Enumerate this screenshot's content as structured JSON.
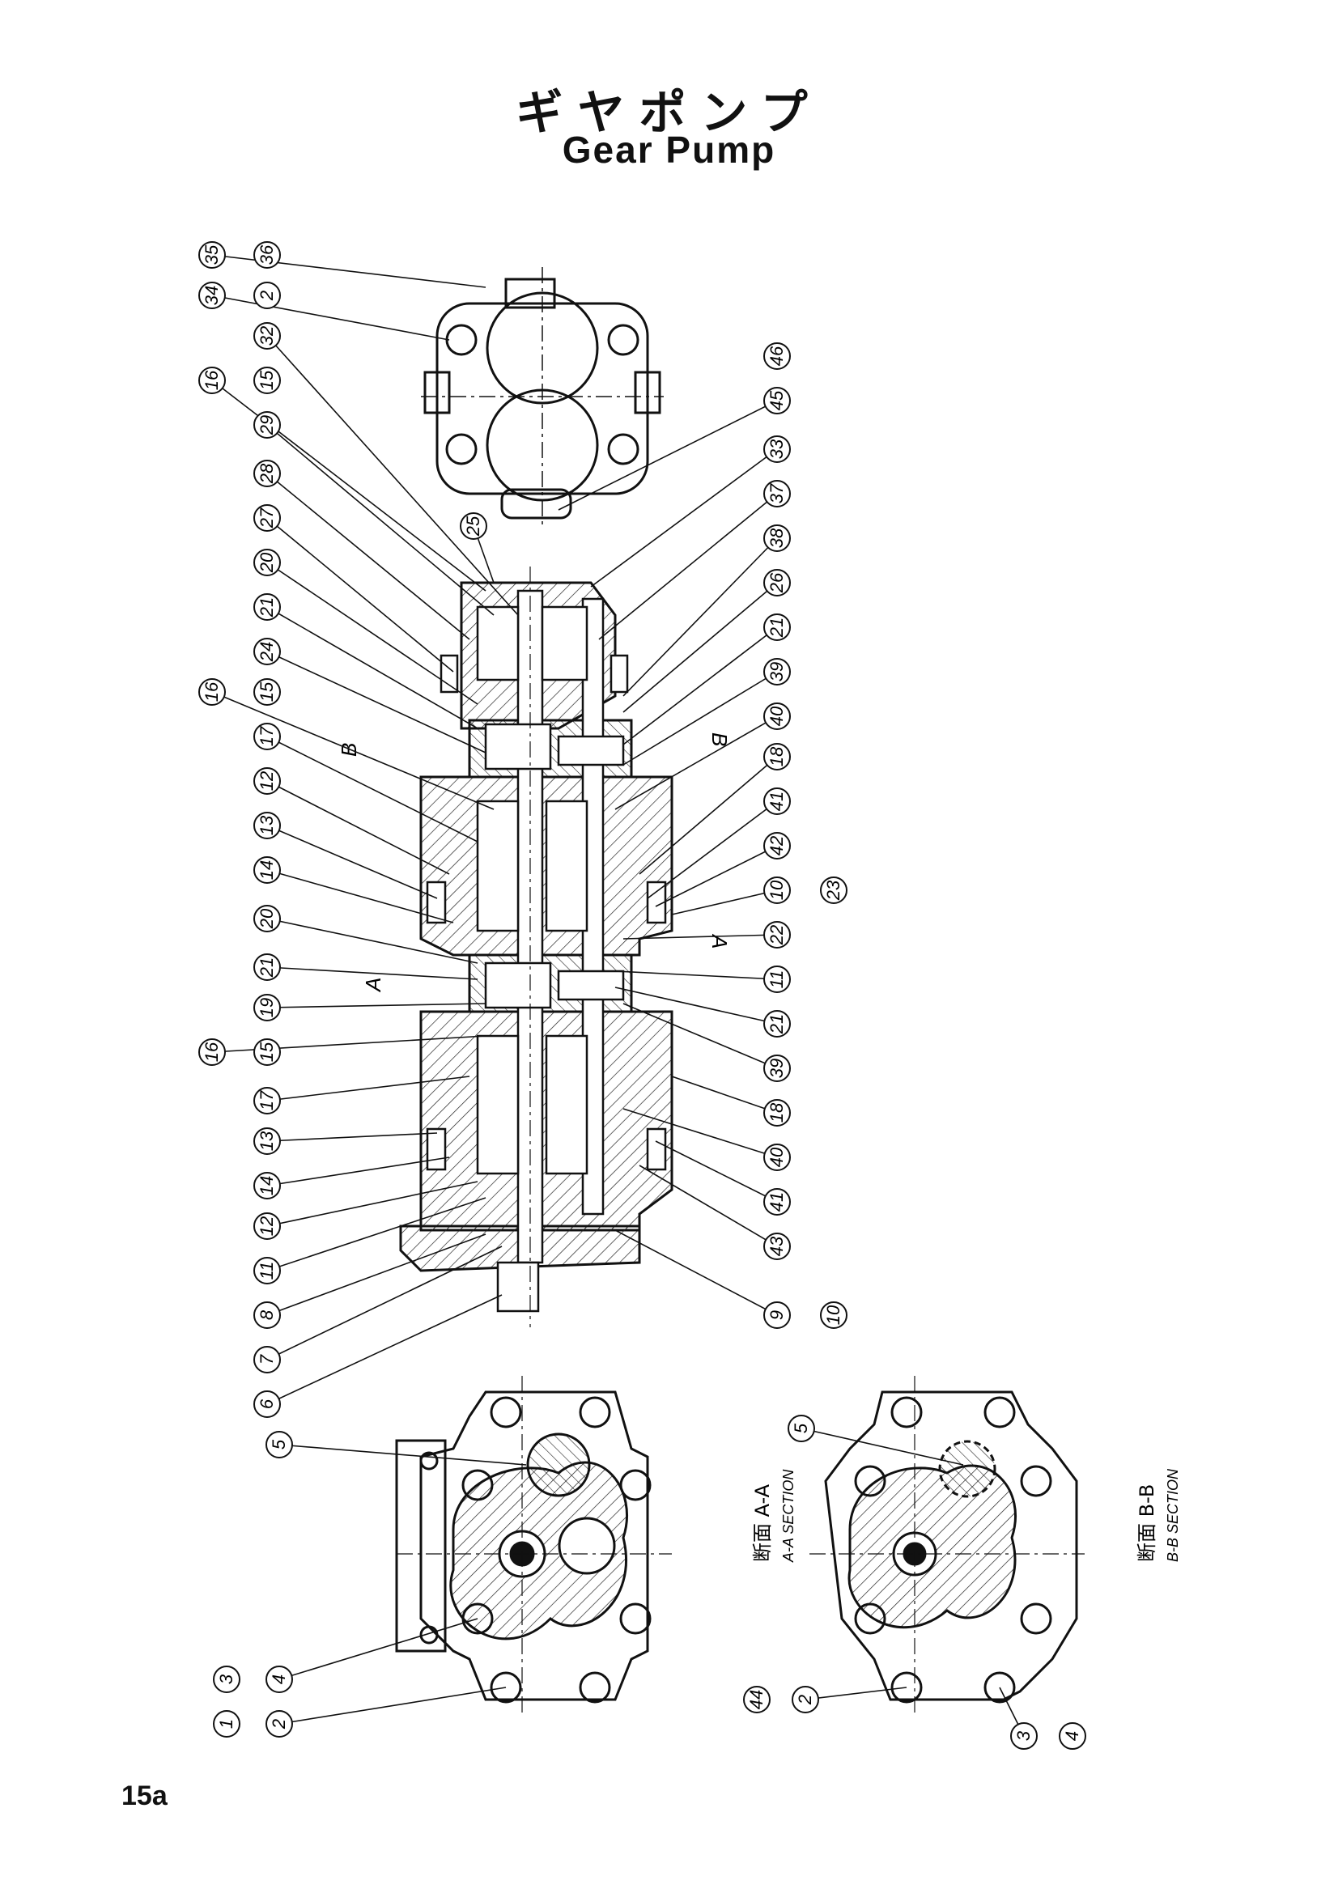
{
  "title_jp": "ギヤポンプ",
  "title_en": "Gear Pump",
  "page_number": "15a",
  "section_labels": {
    "a_marker": "A",
    "b_marker": "B",
    "aa_jp": "断面 A-A",
    "aa_en": "A-A SECTION",
    "bb_jp": "断面 B-B",
    "bb_en": "B-B SECTION"
  },
  "callouts": {
    "top_left": [
      "35",
      "36",
      "34",
      "2",
      "16",
      "15",
      "32",
      "29",
      "28",
      "27",
      "20",
      "21",
      "24",
      "16",
      "15",
      "17",
      "12",
      "13",
      "14",
      "20",
      "21",
      "19",
      "16",
      "15",
      "17",
      "13",
      "14",
      "12",
      "11",
      "8",
      "7",
      "6"
    ],
    "top_right": [
      "45",
      "46",
      "33",
      "37",
      "38",
      "26",
      "21",
      "39",
      "40",
      "18",
      "41",
      "42",
      "10",
      "23",
      "22",
      "11",
      "21",
      "39",
      "18",
      "40",
      "41",
      "43",
      "9",
      "10"
    ],
    "mid_upper": "25",
    "aa_view": [
      "5",
      "1",
      "3",
      "2",
      "4"
    ],
    "bb_view": [
      "5",
      "44",
      "2",
      "3",
      "4"
    ]
  }
}
